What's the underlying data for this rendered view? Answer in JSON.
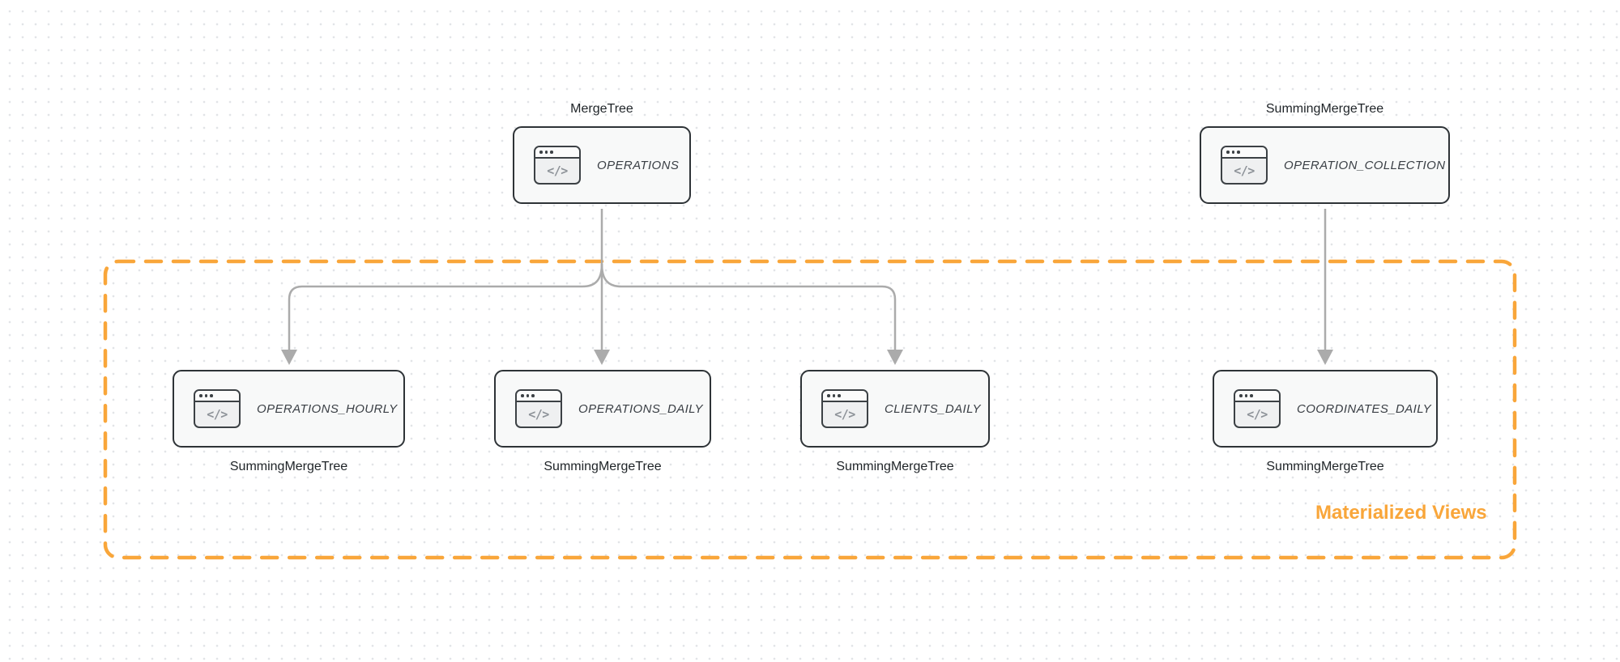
{
  "diagram": {
    "nodes": [
      {
        "id": "operations",
        "title": "OPERATIONS",
        "engine": "MergeTree",
        "engine_label_position": "top",
        "icon": "code-window-icon"
      },
      {
        "id": "operation-collection",
        "title": "OPERATION_COLLECTION",
        "engine": "SummingMergeTree",
        "engine_label_position": "top",
        "icon": "code-window-icon"
      },
      {
        "id": "operations-hourly",
        "title": "OPERATIONS_HOURLY",
        "engine": "SummingMergeTree",
        "engine_label_position": "bottom",
        "icon": "code-window-icon"
      },
      {
        "id": "operations-daily",
        "title": "OPERATIONS_DAILY",
        "engine": "SummingMergeTree",
        "engine_label_position": "bottom",
        "icon": "code-window-icon"
      },
      {
        "id": "clients-daily",
        "title": "CLIENTS_DAILY",
        "engine": "SummingMergeTree",
        "engine_label_position": "bottom",
        "icon": "code-window-icon"
      }
    ],
    "node_extra": {
      "id": "coordinates-daily",
      "title": "COORDINATES_DAILY",
      "engine": "SummingMergeTree",
      "engine_label_position": "bottom",
      "icon": "code-window-icon"
    },
    "edges": [
      {
        "from": "operations",
        "to": "operations-hourly"
      },
      {
        "from": "operations",
        "to": "operations-daily"
      },
      {
        "from": "operations",
        "to": "clients-daily"
      },
      {
        "from": "operation-collection",
        "to": "coordinates-daily"
      }
    ],
    "group": {
      "label": "Materialized Views"
    },
    "icon_glyph": "</>",
    "colors": {
      "accent_orange": "#f9a63a",
      "edge_gray": "#ababab",
      "node_border": "#2e3337",
      "node_fill": "#f8f9f9",
      "title_text": "#3a3f45",
      "engine_text": "#1e2327"
    }
  }
}
